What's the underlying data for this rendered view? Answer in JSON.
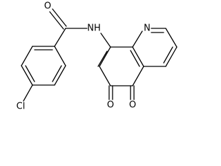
{
  "molecule": {
    "atom_labels": {
      "carbonyl_oxygen": "O",
      "amide_nitrogen": "NH",
      "quinoline_nitrogen": "N",
      "chlorine": "Cl",
      "quinone_oxygen_6": "O",
      "quinone_oxygen_5": "O"
    }
  }
}
